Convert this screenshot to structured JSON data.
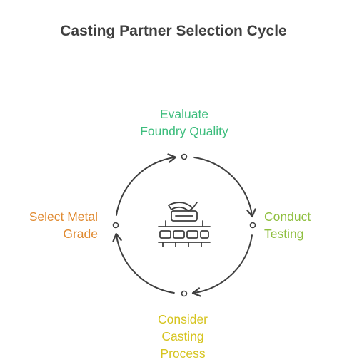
{
  "title": "Casting Partner Selection Cycle",
  "steps": [
    {
      "text": "Evaluate\nFoundry Quality",
      "color": "#3dbd7d"
    },
    {
      "text": "Conduct\nTesting",
      "color": "#8fbf3f"
    },
    {
      "text": "Consider\nCasting\nProcess",
      "color": "#d6c41f"
    },
    {
      "text": "Select Metal\nGrade",
      "color": "#e08a30"
    }
  ],
  "center_icon": "foundry-machine-icon",
  "colors": {
    "title": "#3f3f3f",
    "stroke": "#3f3f3f"
  }
}
